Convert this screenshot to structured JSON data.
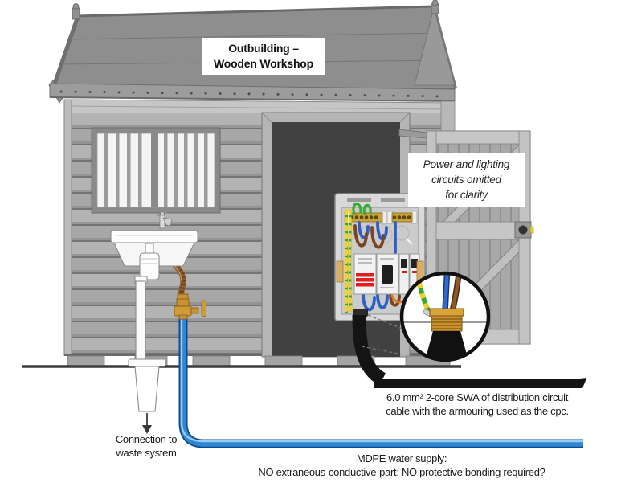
{
  "scene": {
    "building_label": {
      "line1": "Outbuilding –",
      "line2": "Wooden Workshop"
    },
    "clarity_note": {
      "line1": "Power and lighting",
      "line2": "circuits omitted",
      "line3": "for clarity"
    },
    "swa_caption": {
      "line1": "6.0 mm² 2-core SWA of distribution circuit",
      "line2": "cable with the armouring used as the cpc."
    },
    "water_caption": {
      "line1": "MDPE water supply:",
      "line2": "NO extraneous-conductive-part; NO protective bonding required?"
    },
    "waste_caption": {
      "line1": "Connection to",
      "line2": "waste system"
    }
  },
  "icons": {
    "waste_arrow": "↓"
  },
  "colors": {
    "water_pipe_blue": "#2E86D5",
    "swa_cable_black": "#141414",
    "brass_gland": "#C8922D",
    "copper_pipe": "#8A5A2B",
    "earth_green": "#3AA335",
    "earth_yellow": "#F0D22A",
    "neutral_blue": "#2B5FC7",
    "live_brown": "#7A4520",
    "rcd_red": "#E02020",
    "roof_gray": "#8E8E8E",
    "wall_gray": "#AFAFAF"
  }
}
